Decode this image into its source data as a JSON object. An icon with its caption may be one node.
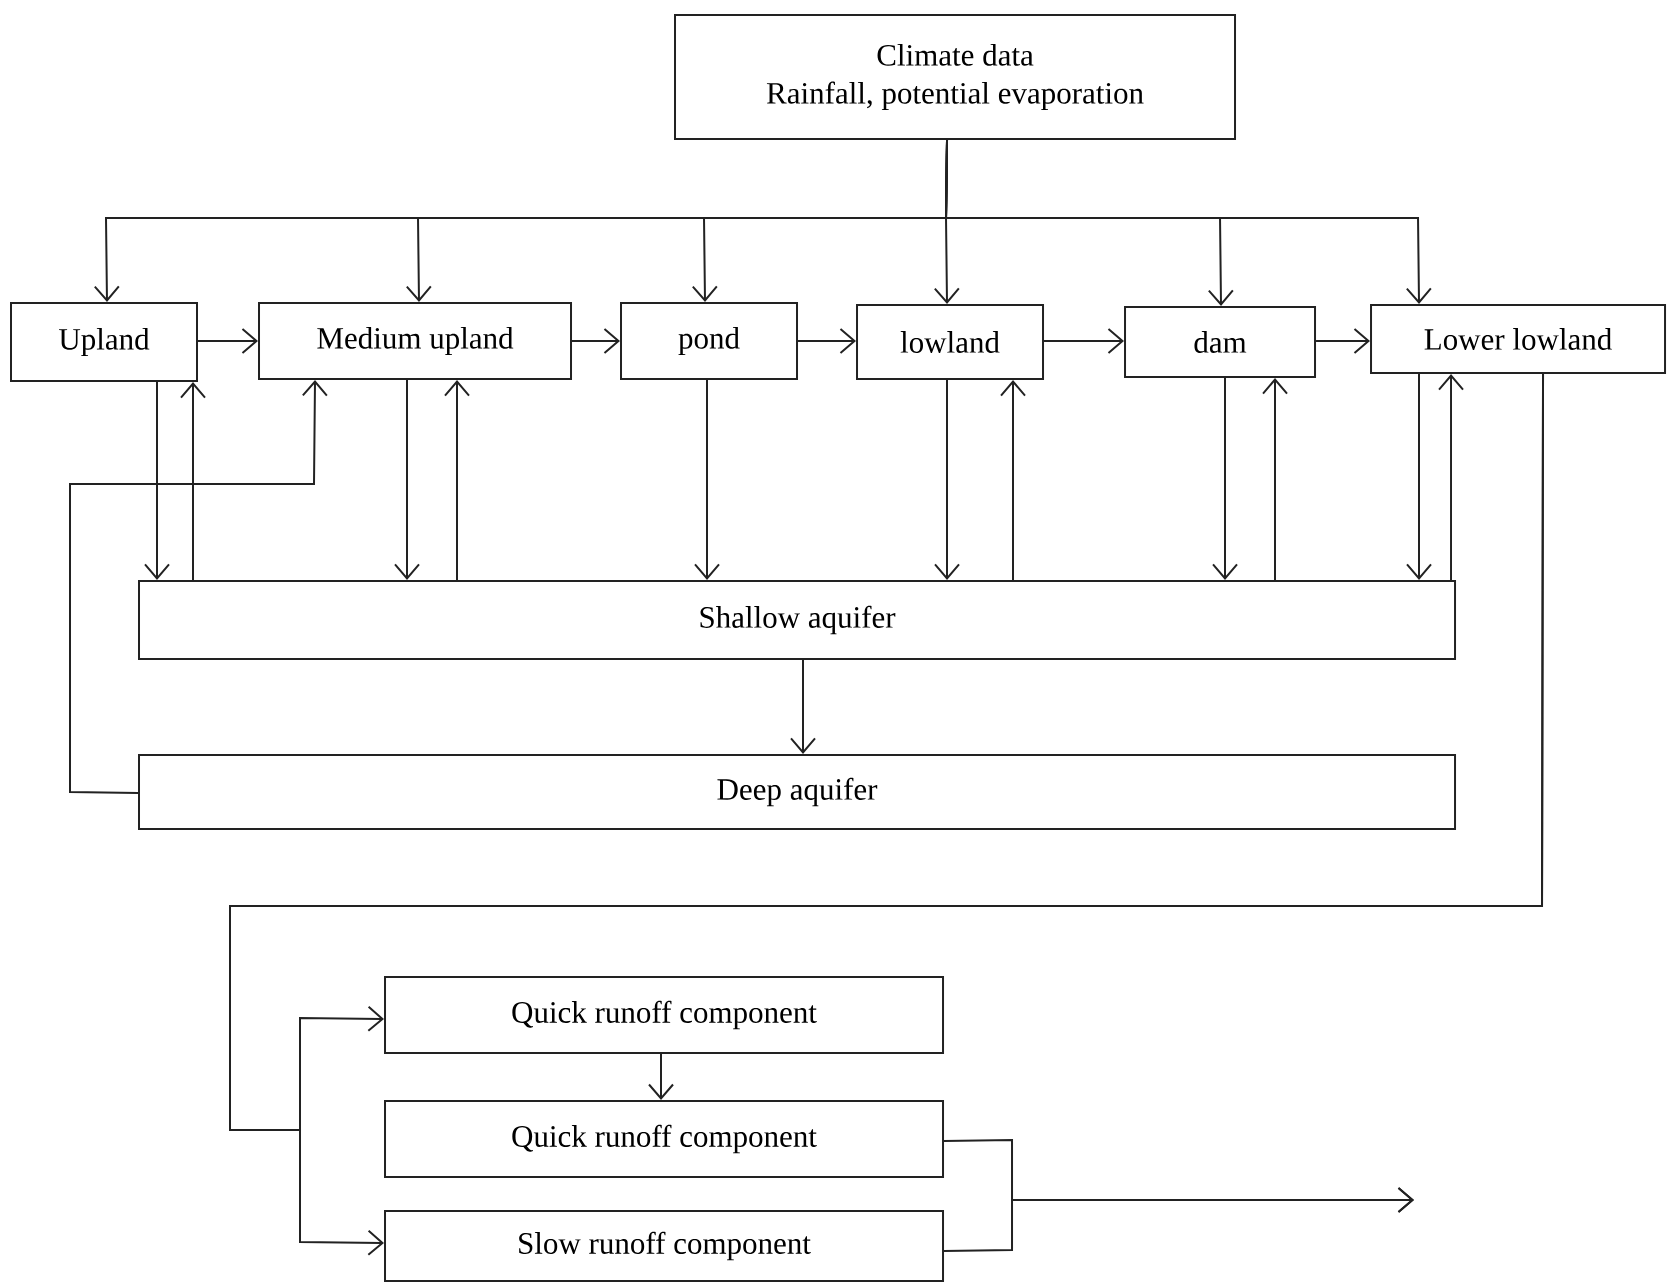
{
  "diagram": {
    "nodes": [
      {
        "text": [
          "Climate data",
          "Rainfall, potential evaporation"
        ]
      },
      {
        "text": [
          "Upland"
        ]
      },
      {
        "text": [
          "Medium upland"
        ]
      },
      {
        "text": [
          "pond"
        ]
      },
      {
        "text": [
          "lowland"
        ]
      },
      {
        "text": [
          "dam"
        ]
      },
      {
        "text": [
          "Lower lowland"
        ]
      },
      {
        "text": [
          "Shallow aquifer"
        ]
      },
      {
        "text": [
          "Deep aquifer"
        ]
      },
      {
        "text": [
          "Quick runoff component"
        ]
      },
      {
        "text": [
          "Quick runoff component"
        ]
      },
      {
        "text": [
          "Slow runoff component"
        ]
      }
    ],
    "edges": [
      {
        "from": 0,
        "to": 1,
        "arrow": "to"
      },
      {
        "from": 0,
        "to": 2,
        "arrow": "to"
      },
      {
        "from": 0,
        "to": 3,
        "arrow": "to"
      },
      {
        "from": 0,
        "to": 4,
        "arrow": "to"
      },
      {
        "from": 0,
        "to": 5,
        "arrow": "to"
      },
      {
        "from": 0,
        "to": 6,
        "arrow": "to"
      },
      {
        "from": 1,
        "to": 2,
        "arrow": "to"
      },
      {
        "from": 2,
        "to": 3,
        "arrow": "to"
      },
      {
        "from": 3,
        "to": 4,
        "arrow": "to"
      },
      {
        "from": 4,
        "to": 5,
        "arrow": "to"
      },
      {
        "from": 5,
        "to": 6,
        "arrow": "to"
      },
      {
        "from": 1,
        "to": 7,
        "arrow": "to"
      },
      {
        "from": 7,
        "to": 1,
        "arrow": "to"
      },
      {
        "from": 2,
        "to": 7,
        "arrow": "to"
      },
      {
        "from": 7,
        "to": 2,
        "arrow": "to"
      },
      {
        "from": 3,
        "to": 7,
        "arrow": "to"
      },
      {
        "from": 4,
        "to": 7,
        "arrow": "to"
      },
      {
        "from": 7,
        "to": 4,
        "arrow": "to"
      },
      {
        "from": 5,
        "to": 7,
        "arrow": "to"
      },
      {
        "from": 7,
        "to": 5,
        "arrow": "to"
      },
      {
        "from": 6,
        "to": 7,
        "arrow": "to"
      },
      {
        "from": 7,
        "to": 6,
        "arrow": "to"
      },
      {
        "from": 7,
        "to": 8,
        "arrow": "to"
      },
      {
        "from": 8,
        "to": 2,
        "arrow": "to"
      },
      {
        "from": 6,
        "to": 9,
        "arrow": "to"
      },
      {
        "from": 6,
        "to": 11,
        "arrow": "to"
      },
      {
        "from": 9,
        "to": 10,
        "arrow": "to"
      },
      {
        "from": 10,
        "to": null,
        "arrow": "to"
      },
      {
        "from": 11,
        "to": null,
        "arrow": "to"
      }
    ]
  }
}
